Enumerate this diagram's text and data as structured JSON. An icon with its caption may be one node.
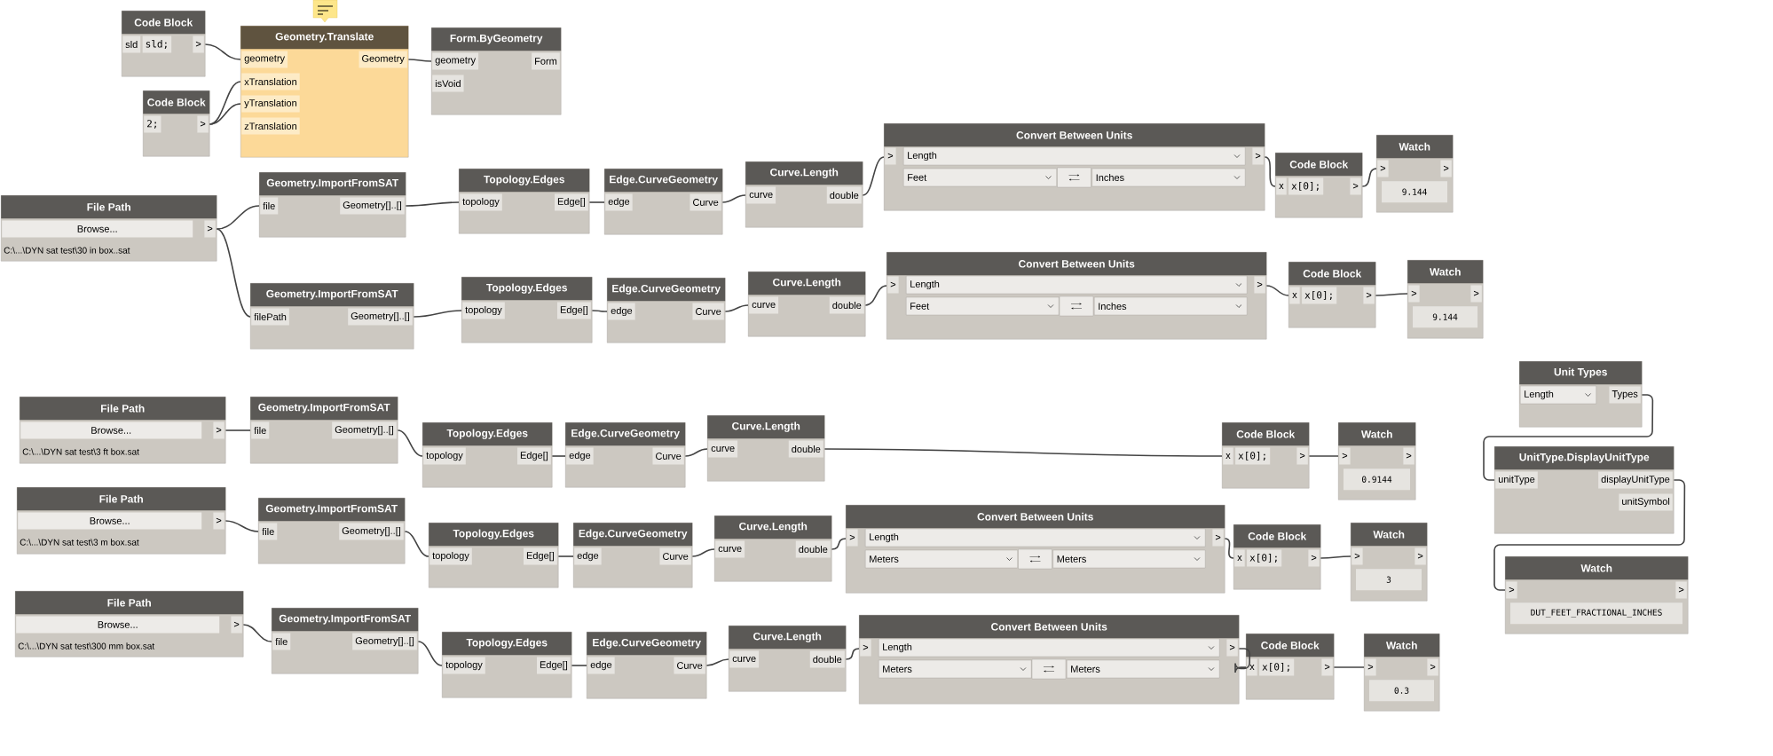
{
  "diagram": {
    "nodes": [
      {
        "text": [
          "Code Block",
          "sld",
          "sld;",
          ">"
        ]
      },
      {
        "text": [
          "Geometry.Translate",
          "geometry",
          "xTranslation",
          "yTranslation",
          "zTranslation",
          "Geometry"
        ]
      },
      {
        "text": [
          "Code Block",
          "2;",
          ">"
        ]
      },
      {
        "text": [
          "Form.ByGeometry",
          "geometry",
          "isVoid",
          "Form"
        ]
      },
      {
        "text": [
          "File Path",
          "Browse...",
          ">",
          "C:\\...\\DYN sat test\\30 in box..sat"
        ]
      },
      {
        "text": [
          "Geometry.ImportFromSAT",
          "file",
          "Geometry[]..[]"
        ]
      },
      {
        "text": [
          "Topology.Edges",
          "topology",
          "Edge[]"
        ]
      },
      {
        "text": [
          "Edge.CurveGeometry",
          "edge",
          "Curve"
        ]
      },
      {
        "text": [
          "Curve.Length",
          "curve",
          "double"
        ]
      },
      {
        "text": [
          "Convert Between Units",
          ">",
          "Length",
          ">",
          "Feet",
          "Inches"
        ]
      },
      {
        "text": [
          "Code Block",
          "x",
          "x[0];",
          ">"
        ]
      },
      {
        "text": [
          "Watch",
          ">",
          ">",
          "9.144"
        ]
      },
      {
        "text": [
          "Geometry.ImportFromSAT",
          "filePath",
          "Geometry[]..[]"
        ]
      },
      {
        "text": [
          "Topology.Edges",
          "topology",
          "Edge[]"
        ]
      },
      {
        "text": [
          "Edge.CurveGeometry",
          "edge",
          "Curve"
        ]
      },
      {
        "text": [
          "Curve.Length",
          "curve",
          "double"
        ]
      },
      {
        "text": [
          "Convert Between Units",
          ">",
          "Length",
          ">",
          "Feet",
          "Inches"
        ]
      },
      {
        "text": [
          "Code Block",
          "x",
          "x[0];",
          ">"
        ]
      },
      {
        "text": [
          "Watch",
          ">",
          ">",
          "9.144"
        ]
      },
      {
        "text": [
          "File Path",
          "Browse...",
          ">",
          "C:\\...\\DYN sat test\\3 ft box.sat"
        ]
      },
      {
        "text": [
          "Geometry.ImportFromSAT",
          "file",
          "Geometry[]..[]"
        ]
      },
      {
        "text": [
          "Topology.Edges",
          "topology",
          "Edge[]"
        ]
      },
      {
        "text": [
          "Edge.CurveGeometry",
          "edge",
          "Curve"
        ]
      },
      {
        "text": [
          "Curve.Length",
          "curve",
          "double"
        ]
      },
      {
        "text": [
          "Code Block",
          "x",
          "x[0];",
          ">"
        ]
      },
      {
        "text": [
          "Watch",
          ">",
          ">",
          "0.9144"
        ]
      },
      {
        "text": [
          "File Path",
          "Browse...",
          ">",
          "C:\\...\\DYN sat test\\3 m box.sat"
        ]
      },
      {
        "text": [
          "Geometry.ImportFromSAT",
          "file",
          "Geometry[]..[]"
        ]
      },
      {
        "text": [
          "Topology.Edges",
          "topology",
          "Edge[]"
        ]
      },
      {
        "text": [
          "Edge.CurveGeometry",
          "edge",
          "Curve"
        ]
      },
      {
        "text": [
          "Curve.Length",
          "curve",
          "double"
        ]
      },
      {
        "text": [
          "Convert Between Units",
          ">",
          "Length",
          ">",
          "Meters",
          "Meters"
        ]
      },
      {
        "text": [
          "Code Block",
          "x",
          "x[0];",
          ">"
        ]
      },
      {
        "text": [
          "Watch",
          ">",
          ">",
          "3"
        ]
      },
      {
        "text": [
          "File Path",
          "Browse...",
          ">",
          "C:\\...\\DYN sat test\\300 mm box.sat"
        ]
      },
      {
        "text": [
          "Geometry.ImportFromSAT",
          "file",
          "Geometry[]..[]"
        ]
      },
      {
        "text": [
          "Topology.Edges",
          "topology",
          "Edge[]"
        ]
      },
      {
        "text": [
          "Edge.CurveGeometry",
          "edge",
          "Curve"
        ]
      },
      {
        "text": [
          "Curve.Length",
          "curve",
          "double"
        ]
      },
      {
        "text": [
          "Convert Between Units",
          ">",
          "Length",
          ">",
          "Meters",
          "Meters"
        ]
      },
      {
        "text": [
          "Code Block",
          "x",
          "x[0];",
          ">"
        ]
      },
      {
        "text": [
          "Watch",
          ">",
          ">",
          "0.3"
        ]
      },
      {
        "text": [
          "Unit Types",
          "Length",
          "Types"
        ]
      },
      {
        "text": [
          "UnitType.DisplayUnitType",
          "unitType",
          "displayUnitType",
          "unitSymbol"
        ]
      },
      {
        "text": [
          "Watch",
          ">",
          ">",
          "DUT_FEET_FRACTIONAL_INCHES"
        ]
      }
    ],
    "edges": [
      {
        "from": 0,
        "to": 1,
        "arrow": "none"
      },
      {
        "from": 2,
        "to": 1,
        "arrow": "none"
      },
      {
        "from": 2,
        "to": 1,
        "arrow": "none"
      },
      {
        "from": 1,
        "to": 3,
        "arrow": "none"
      },
      {
        "from": 4,
        "to": 5,
        "arrow": "none"
      },
      {
        "from": 5,
        "to": 6,
        "arrow": "none"
      },
      {
        "from": 6,
        "to": 7,
        "arrow": "none"
      },
      {
        "from": 7,
        "to": 8,
        "arrow": "none"
      },
      {
        "from": 8,
        "to": 9,
        "arrow": "none"
      },
      {
        "from": 9,
        "to": 10,
        "arrow": "none"
      },
      {
        "from": 10,
        "to": 11,
        "arrow": "none"
      },
      {
        "from": 4,
        "to": 12,
        "arrow": "none"
      },
      {
        "from": 12,
        "to": 13,
        "arrow": "none"
      },
      {
        "from": 13,
        "to": 14,
        "arrow": "none"
      },
      {
        "from": 14,
        "to": 15,
        "arrow": "none"
      },
      {
        "from": 15,
        "to": 16,
        "arrow": "none"
      },
      {
        "from": 16,
        "to": 17,
        "arrow": "none"
      },
      {
        "from": 17,
        "to": 18,
        "arrow": "none"
      },
      {
        "from": 19,
        "to": 20,
        "arrow": "none"
      },
      {
        "from": 20,
        "to": 21,
        "arrow": "none"
      },
      {
        "from": 21,
        "to": 22,
        "arrow": "none"
      },
      {
        "from": 22,
        "to": 23,
        "arrow": "none"
      },
      {
        "from": 23,
        "to": 24,
        "arrow": "none"
      },
      {
        "from": 24,
        "to": 25,
        "arrow": "none"
      },
      {
        "from": 26,
        "to": 27,
        "arrow": "none"
      },
      {
        "from": 27,
        "to": 28,
        "arrow": "none"
      },
      {
        "from": 28,
        "to": 29,
        "arrow": "none"
      },
      {
        "from": 29,
        "to": 30,
        "arrow": "none"
      },
      {
        "from": 30,
        "to": 31,
        "arrow": "none"
      },
      {
        "from": 31,
        "to": 32,
        "arrow": "none"
      },
      {
        "from": 32,
        "to": 33,
        "arrow": "none"
      },
      {
        "from": 34,
        "to": 35,
        "arrow": "none"
      },
      {
        "from": 35,
        "to": 36,
        "arrow": "none"
      },
      {
        "from": 36,
        "to": 37,
        "arrow": "none"
      },
      {
        "from": 37,
        "to": 38,
        "arrow": "none"
      },
      {
        "from": 38,
        "to": 39,
        "arrow": "none"
      },
      {
        "from": 39,
        "to": 40,
        "arrow": "none"
      },
      {
        "from": 40,
        "to": 41,
        "arrow": "none"
      },
      {
        "from": 42,
        "to": 43,
        "arrow": "none"
      },
      {
        "from": 43,
        "to": 44,
        "arrow": "none"
      }
    ]
  }
}
